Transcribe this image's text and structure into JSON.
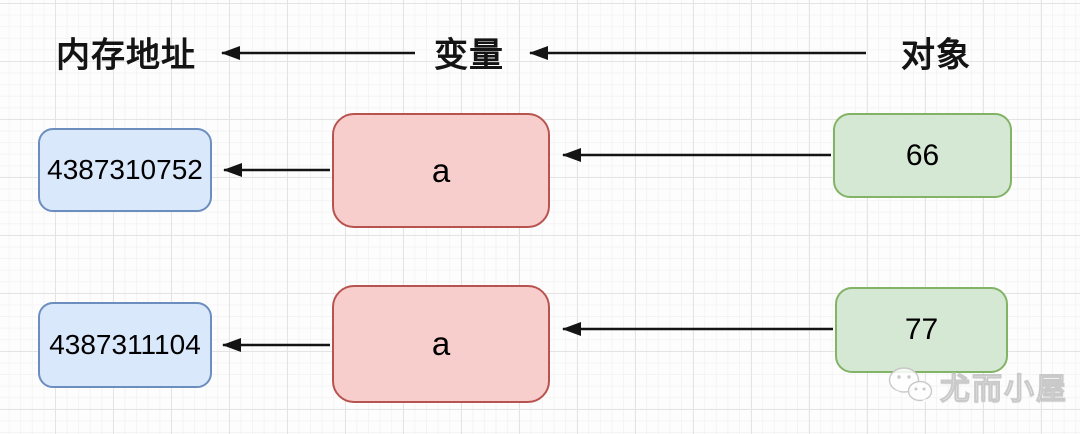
{
  "header": {
    "memory_address": "内存地址",
    "variable": "变量",
    "object": "对象"
  },
  "rows": [
    {
      "address": "4387310752",
      "variable": "a",
      "value": "66"
    },
    {
      "address": "4387311104",
      "variable": "a",
      "value": "77"
    }
  ],
  "watermark": {
    "icon": "wechat-icon",
    "text": "尤而小屋"
  },
  "colors": {
    "address_fill": "#dae8fc",
    "address_border": "#6c8ebf",
    "variable_fill": "#f8cecc",
    "variable_border": "#b85450",
    "object_fill": "#d5e8d4",
    "object_border": "#82b366",
    "arrow": "#141414",
    "grid_major": "#e4e4e4",
    "grid_minor": "#f4f4f4"
  }
}
